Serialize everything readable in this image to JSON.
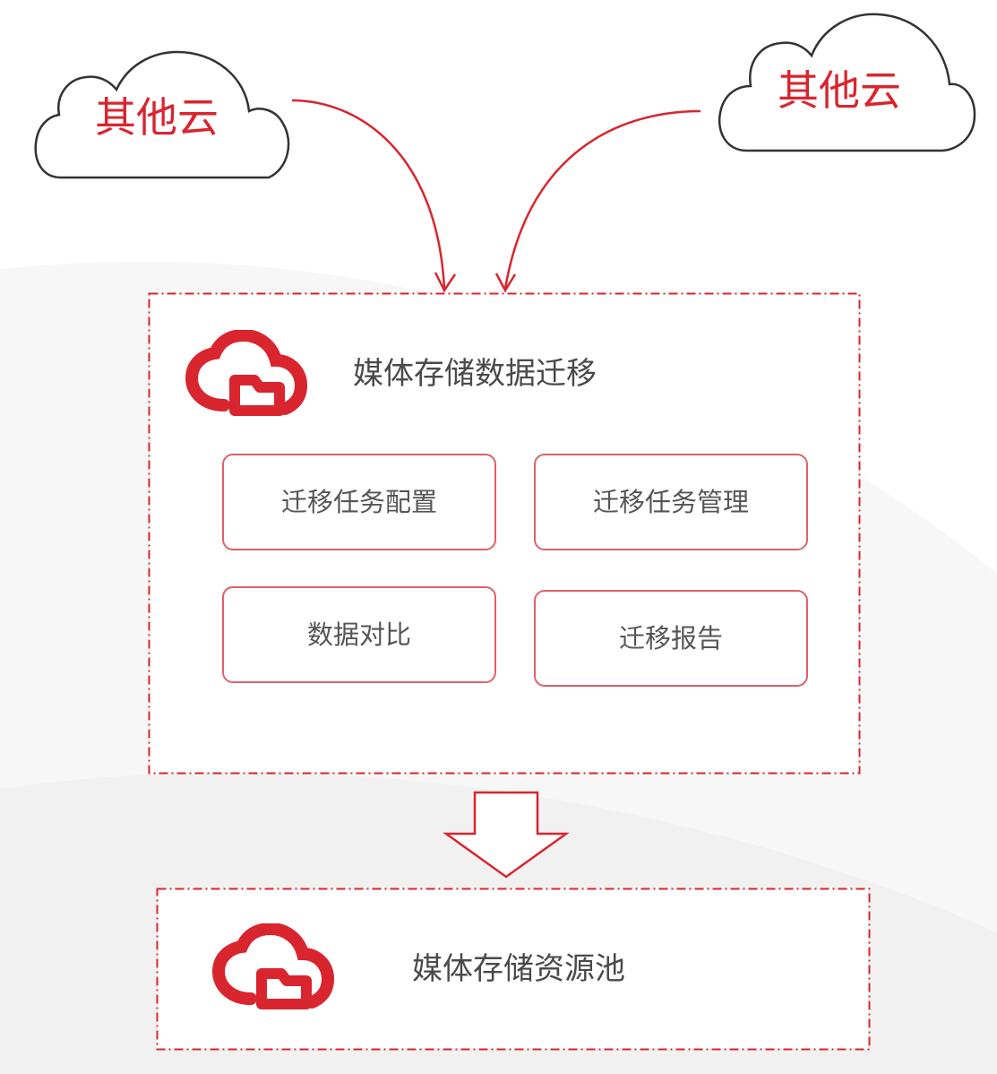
{
  "diagram": {
    "source_clouds": [
      {
        "label": "其他云"
      },
      {
        "label": "其他云"
      }
    ],
    "migration_service": {
      "title": "媒体存储数据迁移",
      "features": [
        {
          "label": "迁移任务配置"
        },
        {
          "label": "迁移任务管理"
        },
        {
          "label": "数据对比"
        },
        {
          "label": "迁移报告"
        }
      ]
    },
    "target": {
      "title": "媒体存储资源池"
    }
  },
  "colors": {
    "accent_red": "#d9252e",
    "box_border": "#e06068",
    "text_gray": "#4a4a4a"
  },
  "icons": {
    "service_icon": "cloud-folder-icon",
    "flow_arrow": "arrow-down-icon",
    "source_shape": "cloud-icon"
  }
}
